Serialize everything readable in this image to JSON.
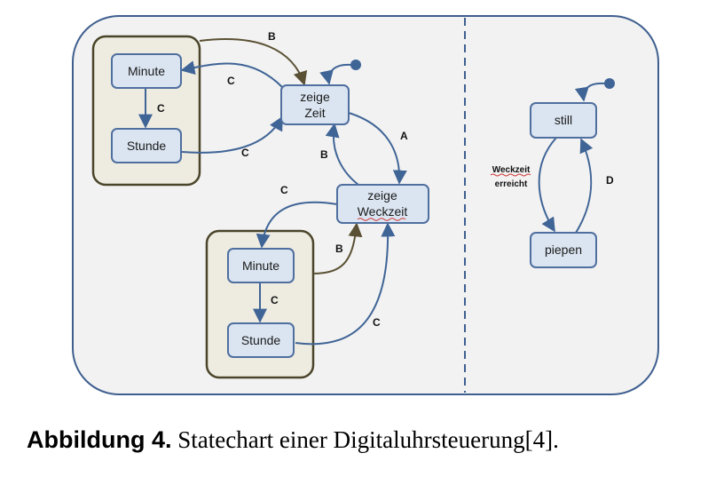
{
  "caption": {
    "label": "Abbildung 4.",
    "text": "Statechart einer Digitaluhrsteuerung[4]."
  },
  "states": {
    "minute_top": "Minute",
    "stunde_top": "Stunde",
    "zeige_zeit": [
      "zeige",
      "Zeit"
    ],
    "zeige_weckzeit": [
      "zeige",
      "Weckzeit"
    ],
    "minute_bottom": "Minute",
    "stunde_bottom": "Stunde",
    "still": "still",
    "piepen": "piepen"
  },
  "edge_labels": {
    "b_top": "B",
    "c_zeit_minute": "C",
    "c_minute_stunde_top": "C",
    "c_stunde_zeit": "C",
    "a_zeit_weckzeit": "A",
    "b_weckzeit_zeit": "B",
    "c_weckzeit_minute": "C",
    "b_bottom": "B",
    "c_minute_stunde_bottom": "C",
    "c_stunde_weckzeit": "C",
    "weckzeit_erreicht": [
      "Weckzeit",
      "erreicht"
    ],
    "d_piepen_still": "D"
  },
  "colors": {
    "state_fill": "#dbe5f1",
    "state_stroke": "#4f6f9f",
    "arrow": "#3f6496",
    "composite_fill": "#eeece1",
    "composite_stroke": "#4a452a",
    "composite_arrow": "#5a5033",
    "container_fill": "#f2f2f2",
    "container_stroke": "#3f5f8f"
  }
}
